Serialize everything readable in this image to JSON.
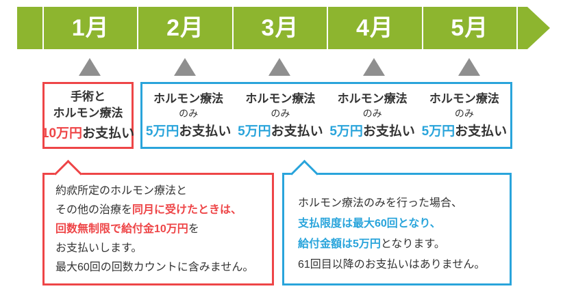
{
  "colors": {
    "timeline_green": "#8DB52F",
    "accent_red": "#EE4547",
    "accent_blue": "#29A4DB",
    "marker_gray": "#8F8F8F",
    "text_dark": "#333333"
  },
  "timeline": {
    "months": [
      {
        "label": "1月"
      },
      {
        "label": "2月"
      },
      {
        "label": "3月"
      },
      {
        "label": "4月"
      },
      {
        "label": "5月"
      }
    ]
  },
  "payment_boxes": {
    "surgery_box": {
      "title_line1": "手術と",
      "title_line2": "ホルモン療法",
      "amount": "10万円",
      "suffix": "お支払い"
    },
    "hormone_boxes": [
      {
        "title": "ホルモン療法",
        "sub": "のみ",
        "amount": "5万円",
        "suffix": "お支払い"
      },
      {
        "title": "ホルモン療法",
        "sub": "のみ",
        "amount": "5万円",
        "suffix": "お支払い"
      },
      {
        "title": "ホルモン療法",
        "sub": "のみ",
        "amount": "5万円",
        "suffix": "お支払い"
      },
      {
        "title": "ホルモン療法",
        "sub": "のみ",
        "amount": "5万円",
        "suffix": "お支払い"
      }
    ]
  },
  "callouts": {
    "surgery_note": {
      "lines": [
        {
          "segments": [
            {
              "text": "約款所定のホルモン療法と",
              "accent": false
            }
          ]
        },
        {
          "segments": [
            {
              "text": "その他の治療を",
              "accent": false
            },
            {
              "text": "同月に受けたときは、",
              "accent": true
            }
          ]
        },
        {
          "segments": [
            {
              "text": "回数無制限で給付金10万円",
              "accent": true
            },
            {
              "text": "を",
              "accent": false
            }
          ]
        },
        {
          "segments": [
            {
              "text": "お支払いします。",
              "accent": false
            }
          ]
        },
        {
          "segments": [
            {
              "text": "最大60回の回数カウントに含みません。",
              "accent": false
            }
          ]
        }
      ]
    },
    "hormone_note": {
      "lines": [
        {
          "segments": [
            {
              "text": "ホルモン療法のみを行った場合、",
              "accent": false
            }
          ]
        },
        {
          "segments": [
            {
              "text": "支払限度は最大60回となり、",
              "accent": true
            }
          ]
        },
        {
          "segments": [
            {
              "text": "給付金額は5万円",
              "accent": true
            },
            {
              "text": "となります。",
              "accent": false
            }
          ]
        },
        {
          "segments": [
            {
              "text": "61回目以降のお支払いはありません。",
              "accent": false
            }
          ]
        }
      ]
    }
  }
}
